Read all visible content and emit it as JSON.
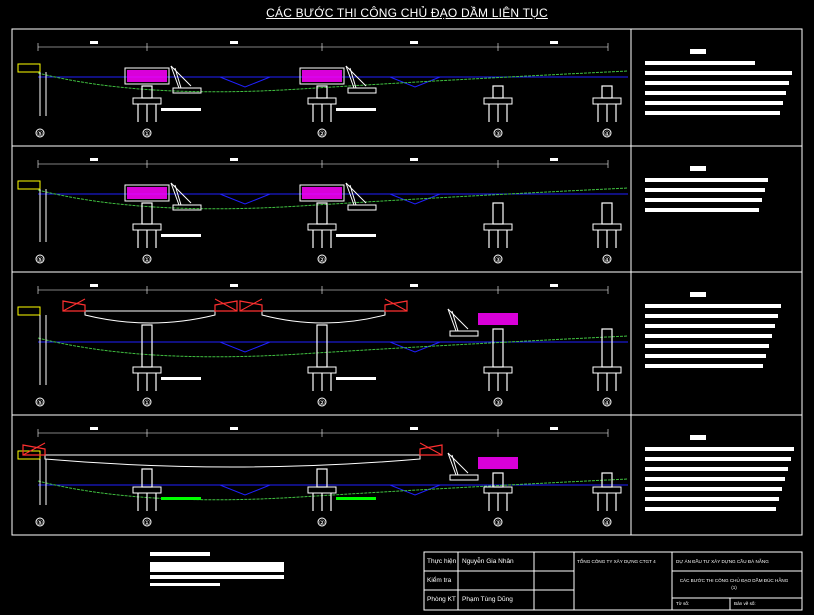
{
  "title": "CÁC BƯỚC THI CÔNG CHỦ ĐẠO DẦM LIÊN TỤC",
  "pier_labels": [
    "①",
    "②",
    "③",
    "④"
  ],
  "abutment_label": "⑤",
  "title_block": {
    "role_1": "Thực hiện",
    "name_1": "Nguyễn Gia Nhân",
    "role_2": "Kiểm tra",
    "name_2": "",
    "role_3": "Phòng KT",
    "name_3": "Phạm Tùng Dũng",
    "company": "TỔNG CÔNG TY XÂY DỰNG CTGT 4",
    "project": "DỰ ÁN ĐẦU TƯ XÂY DỰNG CẦU ĐÀ NẴNG",
    "drawing_title": "CÁC BƯỚC THI CÔNG CHỦ ĐẠO DẦM ĐÚC HẪNG (1)",
    "sheet_label": "Tờ số:",
    "sheet_total": "Bản vẽ số:"
  },
  "colors": {
    "frame": "#ffffff",
    "water": "#2020ff",
    "ground": "#40c040",
    "girder": "#ff00ff",
    "traveler": "#ff3030",
    "pile_highlight": "#00ff00"
  }
}
